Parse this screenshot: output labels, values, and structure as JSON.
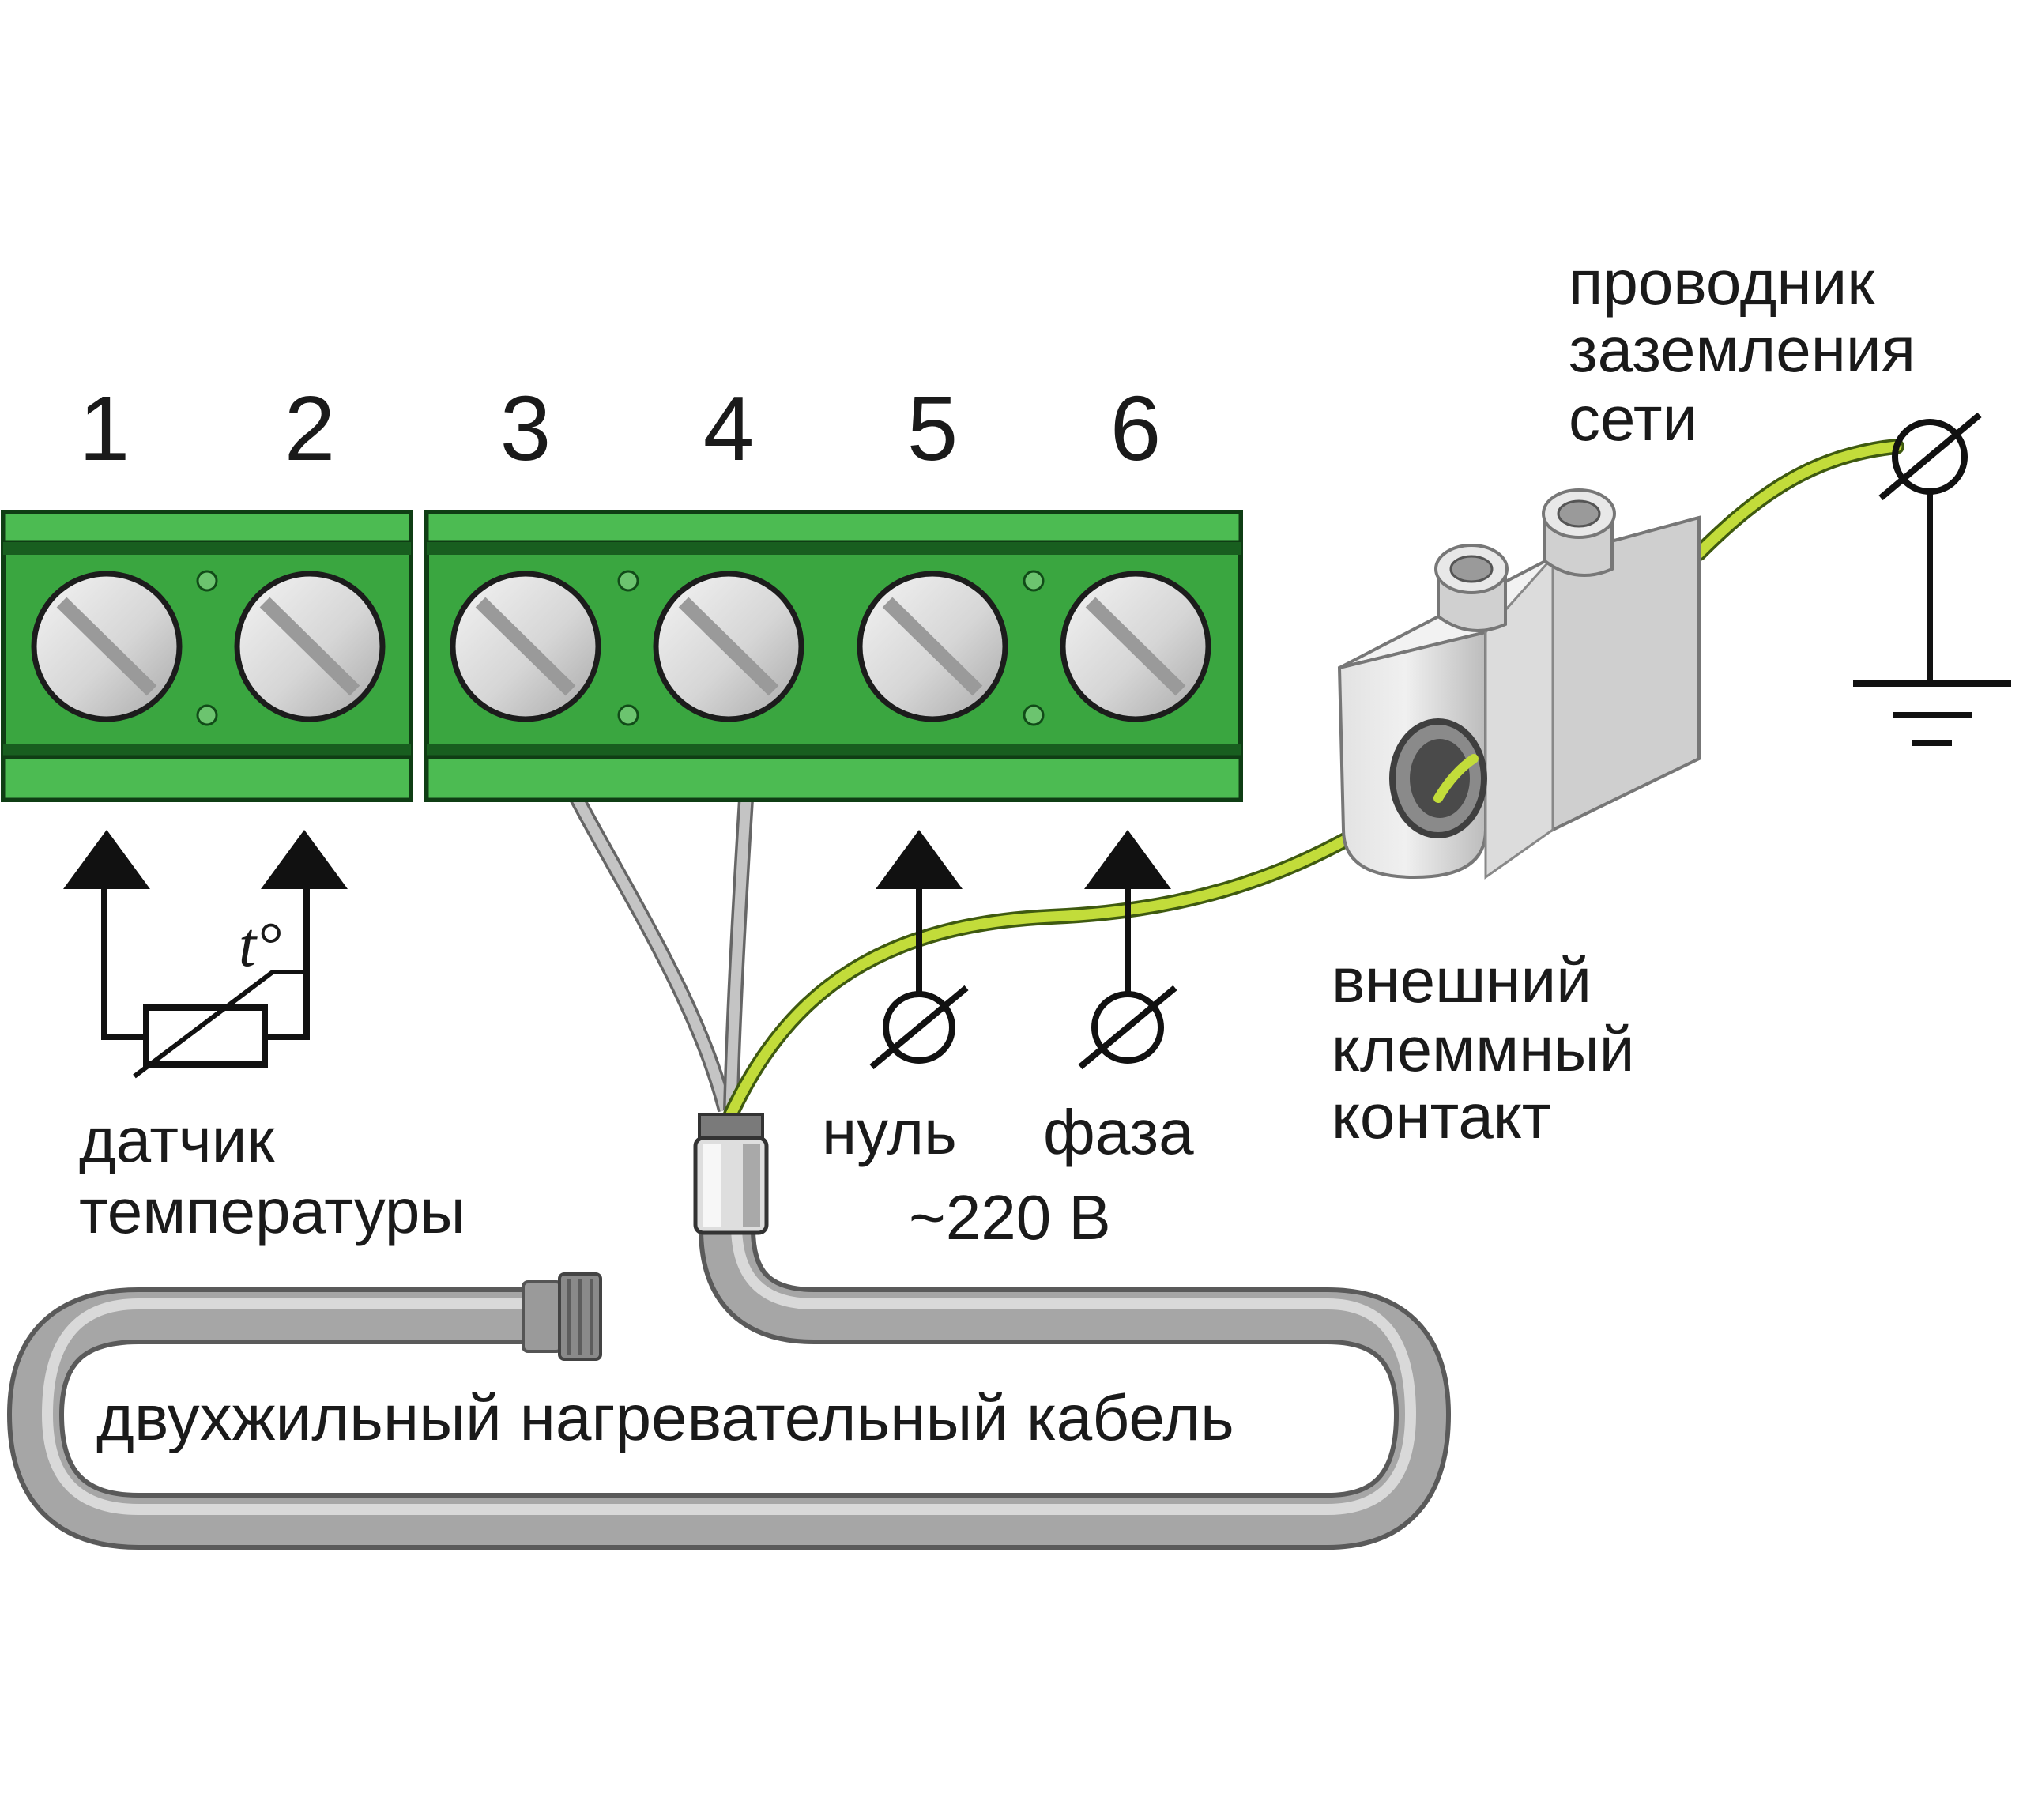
{
  "terminals": [
    "1",
    "2",
    "3",
    "4",
    "5",
    "6"
  ],
  "labels": {
    "sensor_line1": "датчик",
    "sensor_line2": "температуры",
    "temp_symbol": "t°",
    "neutral": "нуль",
    "phase": "фаза",
    "voltage": "~220 В",
    "connector_line1": "внешний",
    "connector_line2": "клеммный",
    "connector_line3": "контакт",
    "ground_line1": "проводник",
    "ground_line2": "заземления",
    "ground_line3": "сети",
    "cable": "двухжильный нагревательный кабель"
  },
  "colors": {
    "terminal_block": "#3aa640",
    "terminal_dark": "#0f5a1f",
    "terminal_light": "#4cbb52",
    "screw": "#d8d8d8",
    "ground_wire": "#b8d432",
    "cable": "#a3a3a3",
    "wire_gray": "#b2b2b2",
    "line": "#111111"
  }
}
